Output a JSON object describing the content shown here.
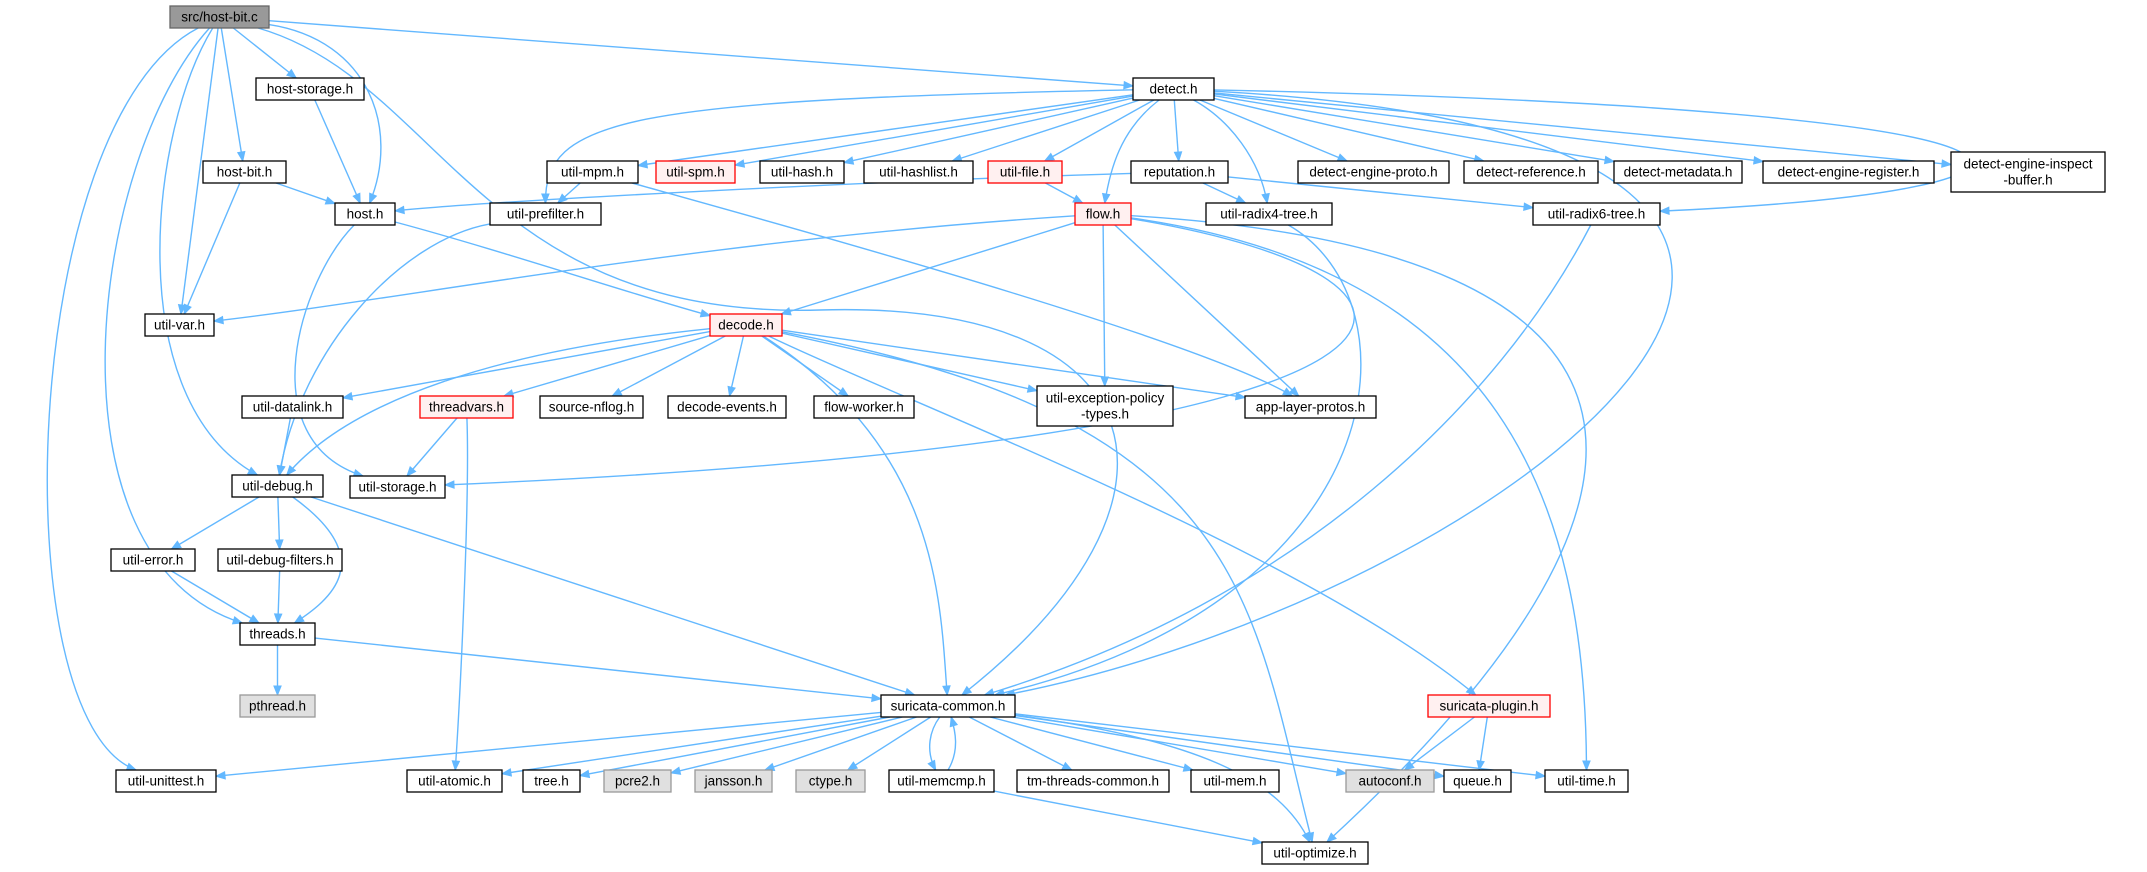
{
  "colors": {
    "edge": "#63b8ff",
    "node_fill": "#ffffff",
    "node_border": "#000000",
    "current_fill": "#999999",
    "current_border": "#666666",
    "truncated_fill": "#fff0f0",
    "truncated_border": "#ff0000",
    "external_fill": "#e0e0e0",
    "external_border": "#999999"
  },
  "graph": {
    "nodes": [
      {
        "id": "host-bit-c",
        "label": "src/host-bit.c",
        "style": "current"
      },
      {
        "id": "host-storage-h",
        "label": "host-storage.h",
        "style": "normal"
      },
      {
        "id": "detect-h",
        "label": "detect.h",
        "style": "normal"
      },
      {
        "id": "host-bit-h",
        "label": "host-bit.h",
        "style": "normal"
      },
      {
        "id": "util-mpm-h",
        "label": "util-mpm.h",
        "style": "normal"
      },
      {
        "id": "util-spm-h",
        "label": "util-spm.h",
        "style": "truncated"
      },
      {
        "id": "util-hash-h",
        "label": "util-hash.h",
        "style": "normal"
      },
      {
        "id": "util-hashlist-h",
        "label": "util-hashlist.h",
        "style": "normal"
      },
      {
        "id": "util-file-h",
        "label": "util-file.h",
        "style": "truncated"
      },
      {
        "id": "reputation-h",
        "label": "reputation.h",
        "style": "normal"
      },
      {
        "id": "detect-engine-proto-h",
        "label": "detect-engine-proto.h",
        "style": "normal"
      },
      {
        "id": "detect-reference-h",
        "label": "detect-reference.h",
        "style": "normal"
      },
      {
        "id": "detect-metadata-h",
        "label": "detect-metadata.h",
        "style": "normal"
      },
      {
        "id": "detect-engine-register-h",
        "label": "detect-engine-register.h",
        "style": "normal"
      },
      {
        "id": "detect-engine-inspect-buffer-h",
        "label": "detect-engine-inspect\n-buffer.h",
        "style": "normal"
      },
      {
        "id": "host-h",
        "label": "host.h",
        "style": "normal"
      },
      {
        "id": "util-prefilter-h",
        "label": "util-prefilter.h",
        "style": "normal"
      },
      {
        "id": "flow-h",
        "label": "flow.h",
        "style": "truncated"
      },
      {
        "id": "util-radix4-tree-h",
        "label": "util-radix4-tree.h",
        "style": "normal"
      },
      {
        "id": "util-radix6-tree-h",
        "label": "util-radix6-tree.h",
        "style": "normal"
      },
      {
        "id": "util-var-h",
        "label": "util-var.h",
        "style": "normal"
      },
      {
        "id": "decode-h",
        "label": "decode.h",
        "style": "truncated"
      },
      {
        "id": "util-datalink-h",
        "label": "util-datalink.h",
        "style": "normal"
      },
      {
        "id": "threadvars-h",
        "label": "threadvars.h",
        "style": "truncated"
      },
      {
        "id": "source-nflog-h",
        "label": "source-nflog.h",
        "style": "normal"
      },
      {
        "id": "decode-events-h",
        "label": "decode-events.h",
        "style": "normal"
      },
      {
        "id": "flow-worker-h",
        "label": "flow-worker.h",
        "style": "normal"
      },
      {
        "id": "util-exception-policy-types-h",
        "label": "util-exception-policy\n-types.h",
        "style": "normal"
      },
      {
        "id": "app-layer-protos-h",
        "label": "app-layer-protos.h",
        "style": "normal"
      },
      {
        "id": "util-debug-h",
        "label": "util-debug.h",
        "style": "normal"
      },
      {
        "id": "util-storage-h",
        "label": "util-storage.h",
        "style": "normal"
      },
      {
        "id": "util-error-h",
        "label": "util-error.h",
        "style": "normal"
      },
      {
        "id": "util-debug-filters-h",
        "label": "util-debug-filters.h",
        "style": "normal"
      },
      {
        "id": "threads-h",
        "label": "threads.h",
        "style": "normal"
      },
      {
        "id": "pthread-h",
        "label": "pthread.h",
        "style": "external"
      },
      {
        "id": "suricata-common-h",
        "label": "suricata-common.h",
        "style": "normal"
      },
      {
        "id": "suricata-plugin-h",
        "label": "suricata-plugin.h",
        "style": "truncated"
      },
      {
        "id": "util-unittest-h",
        "label": "util-unittest.h",
        "style": "normal"
      },
      {
        "id": "util-atomic-h",
        "label": "util-atomic.h",
        "style": "normal"
      },
      {
        "id": "tree-h",
        "label": "tree.h",
        "style": "normal"
      },
      {
        "id": "pcre2-h",
        "label": "pcre2.h",
        "style": "external"
      },
      {
        "id": "jansson-h",
        "label": "jansson.h",
        "style": "external"
      },
      {
        "id": "ctype-h",
        "label": "ctype.h",
        "style": "external"
      },
      {
        "id": "util-memcmp-h",
        "label": "util-memcmp.h",
        "style": "normal"
      },
      {
        "id": "tm-threads-common-h",
        "label": "tm-threads-common.h",
        "style": "normal"
      },
      {
        "id": "util-mem-h",
        "label": "util-mem.h",
        "style": "normal"
      },
      {
        "id": "autoconf-h",
        "label": "autoconf.h",
        "style": "external"
      },
      {
        "id": "queue-h",
        "label": "queue.h",
        "style": "normal"
      },
      {
        "id": "util-time-h",
        "label": "util-time.h",
        "style": "normal"
      },
      {
        "id": "util-optimize-h",
        "label": "util-optimize.h",
        "style": "normal"
      }
    ]
  }
}
